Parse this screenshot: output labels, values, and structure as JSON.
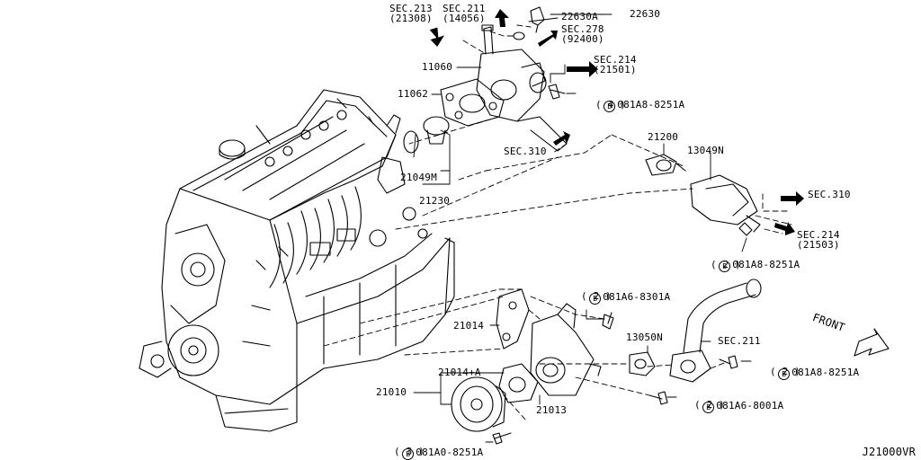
{
  "labels": {
    "sec213": "SEC.213",
    "sec213_sub": "(21308)",
    "sec211_top": "SEC.211",
    "sec211_top_sub": "(14056)",
    "p22630a": "22630A",
    "p22630": "22630",
    "sec278": "SEC.278",
    "sec278_sub": "(92400)",
    "sec214_top": "SEC.214",
    "sec214_top_sub": "(21501)",
    "p11060": "11060",
    "p11062": "11062",
    "sec310_mid": "SEC.310",
    "p21049m": "21049M",
    "p21230": "21230",
    "p21200": "21200",
    "p13049n": "13049N",
    "sec310_right": "SEC.310",
    "sec214_right": "SEC.214",
    "sec214_right_sub": "(21503)",
    "p21014": "21014",
    "p13050n": "13050N",
    "sec211_pipe": "SEC.211",
    "p21014a": "21014+A",
    "p21010": "21010",
    "p21013": "21013",
    "front": "FRONT"
  },
  "bolts": [
    {
      "code": "081A8-8251A",
      "qty": "( 4 )"
    },
    {
      "code": "081A8-8251A",
      "qty": "( 2 )"
    },
    {
      "code": "081A6-8301A",
      "qty": "( 2 )"
    },
    {
      "code": "081A8-8251A",
      "qty": "( 2 )"
    },
    {
      "code": "081A6-8001A",
      "qty": "( 2 )"
    },
    {
      "code": "081A0-8251A",
      "qty": "( 3 )"
    }
  ],
  "bolt_symbol": "B",
  "footer": {
    "code": "J21000VR"
  }
}
